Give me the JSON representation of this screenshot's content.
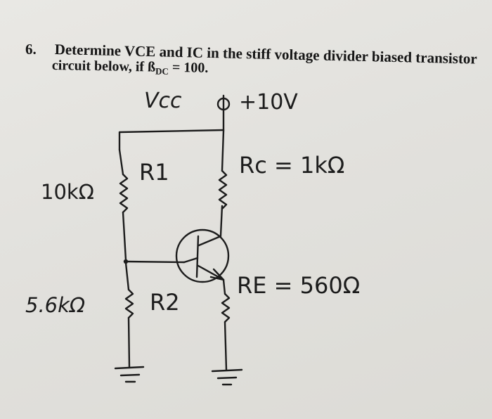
{
  "question": {
    "number": "6.",
    "line1": "Determine VCE and IC in the stiff voltage divider biased transistor",
    "line2_prefix": "circuit below, if ß",
    "line2_sub": "DC",
    "line2_suffix": " = 100."
  },
  "circuit": {
    "vcc_label": "Vcc",
    "supply_value": "+10V",
    "r1_label": "R1",
    "r1_value": "10kΩ",
    "r2_label": "R2",
    "r2_value": "5.6kΩ",
    "rc_label": "Rc = 1kΩ",
    "re_label": "RE = 560Ω",
    "transistor": "npn-transistor"
  },
  "colors": {
    "ink": "#1c1c1c",
    "paper": "#e4e3df"
  }
}
